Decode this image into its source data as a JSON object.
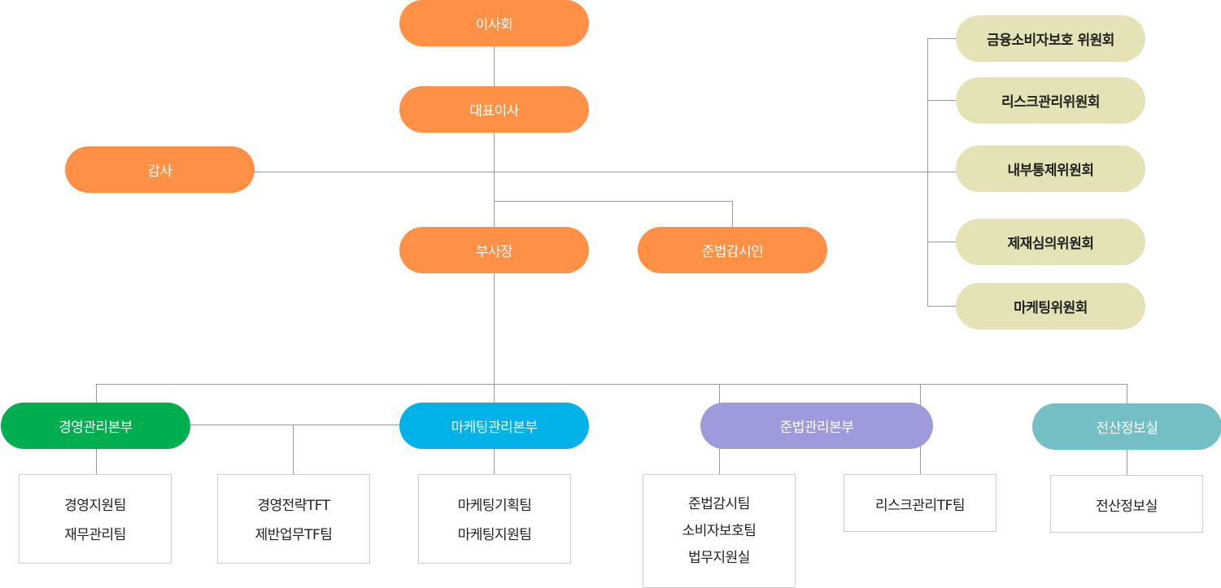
{
  "top": {
    "board": "이사회",
    "ceo": "대표이사",
    "auditor": "감사",
    "vice_president": "부사장",
    "compliance_officer": "준법감시인"
  },
  "committees": [
    "금융소비자보호 위원회",
    "리스크관리위원회",
    "내부통제위원회",
    "제재심의위원회",
    "마케팅위원회"
  ],
  "divisions": [
    {
      "name": "경영관리본부",
      "color": "#00ae50"
    },
    {
      "name": "마케팅관리본부",
      "color": "#00b2e8"
    },
    {
      "name": "준법관리본부",
      "color": "#9e9bdd"
    },
    {
      "name": "전산정보실",
      "color": "#73bfc3"
    }
  ],
  "teams": [
    {
      "division": "경영관리본부",
      "items": [
        "경영지원팀",
        "재무관리팀"
      ]
    },
    {
      "division": "경영관리본부",
      "items": [
        "경영전략TFT",
        "제반업무TF팀"
      ]
    },
    {
      "division": "마케팅관리본부",
      "items": [
        "마케팅기획팀",
        "마케팅지원팀"
      ]
    },
    {
      "division": "준법관리본부",
      "items": [
        "준법감시팀",
        "소비자보호팀",
        "법무지원실"
      ]
    },
    {
      "division": "준법관리본부",
      "items": [
        "리스크관리TF팀"
      ]
    },
    {
      "division": "전산정보실",
      "items": [
        "전산정보실"
      ]
    }
  ],
  "colors": {
    "executive": "#ff9147",
    "committee": "#e5e2b6",
    "connector": "#9a9a9a"
  }
}
